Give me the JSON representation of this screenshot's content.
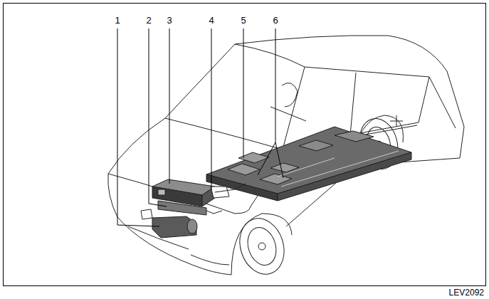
{
  "diagram": {
    "labels": [
      "1",
      "2",
      "3",
      "4",
      "5",
      "6",
      "LEV2092"
    ]
  }
}
